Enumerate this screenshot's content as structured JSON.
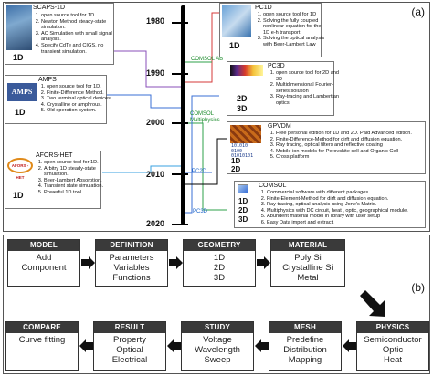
{
  "panel_a": {
    "label": "(a)",
    "years": [
      "1980",
      "1990",
      "2000",
      "2010",
      "2020"
    ],
    "branch_labels": {
      "comsol_ab": "COMSOL AB",
      "comsol_multiphysics": "COMSOL\nMultiphysics",
      "pc2d": "PC2D",
      "pc3d": "PC3D"
    },
    "cards": {
      "scaps": {
        "title": "SCAPS-1D",
        "dims": [
          "1D"
        ],
        "items": [
          "open source tool for 1D",
          "Newton Method steady-state simulation.",
          "AC Simulation with small signal analysis.",
          "Specify CdTe and CIGS, no transient simulation."
        ]
      },
      "amps": {
        "title": "AMPS",
        "logo": "AMPS",
        "dims": [
          "1D"
        ],
        "items": [
          "open source tool for 1D.",
          "Finite-Difference Method.",
          "Two terminal optical devices.",
          "Crystalline or amphrous.",
          "Old operation system."
        ]
      },
      "afors": {
        "title": "AFORS-HET",
        "logo": "AFORS - HET",
        "dims": [
          "1D"
        ],
        "items": [
          "open source tool for 1D.",
          "Arbitry 1D steady-state simulation.",
          "Beer-Lambert Absorption.",
          "Transient state simulation.",
          "Powerful 1D tool."
        ]
      },
      "pc1d": {
        "title": "PC1D",
        "dims": [
          "1D"
        ],
        "items": [
          "open source tool for 1D",
          "Solving the fully coupled nonlinear equation for the 1D e-h transport",
          "Solving the optical analysis with Beer-Lambert Law"
        ]
      },
      "pc3d": {
        "title": "PC3D",
        "dims": [
          "2D",
          "3D"
        ],
        "items": [
          "open source tool for 2D and 3D",
          "Multidimensional Fourier-series solution",
          "Ray-tracing and Lambertian optics."
        ]
      },
      "gpvdm": {
        "title": "GPVDM",
        "logo_bits": "101010\n0100\n01010101",
        "dims": [
          "1D",
          "2D"
        ],
        "items": [
          "Free personal edition for 1D and 2D. Paid Advanced edition.",
          "Finite-Difference-Method for dirft and diffusion equation.",
          "Ray tracing, optical filters and reflective coating",
          "Mobile ion models for Perovskite cell and Organic Cell",
          "Cross platform"
        ]
      },
      "comsol": {
        "title": "COMSOL",
        "dims": [
          "1D",
          "2D",
          "3D"
        ],
        "items": [
          "Commercial software with different packages.",
          "Finite-Element-Method for dirft and diffusion equation.",
          "Ray tracing, optical analysis using Jone's Matrix.",
          "Multiphysics with DC circuit, heat , optic, geographical module.",
          "Abundent material model in library with user setup",
          "Easy Data import and extract."
        ]
      }
    }
  },
  "panel_b": {
    "label": "(b)",
    "steps": [
      {
        "key": "model",
        "title": "MODEL",
        "lines": [
          "Add",
          "Component"
        ]
      },
      {
        "key": "definition",
        "title": "DEFINITION",
        "lines": [
          "Parameters",
          "Variables",
          "Functions"
        ]
      },
      {
        "key": "geometry",
        "title": "GEOMETRY",
        "lines": [
          "1D",
          "2D",
          "3D"
        ]
      },
      {
        "key": "material",
        "title": "MATERIAL",
        "lines": [
          "Poly Si",
          "Crystalline Si",
          "Metal"
        ]
      },
      {
        "key": "physics",
        "title": "PHYSICS",
        "lines": [
          "Semiconductor",
          "Optic",
          "Heat"
        ]
      },
      {
        "key": "mesh",
        "title": "MESH",
        "lines": [
          "Predefine",
          "Distribution",
          "Mapping"
        ]
      },
      {
        "key": "study",
        "title": "STUDY",
        "lines": [
          "Voltage",
          "Wavelength",
          "Sweep"
        ]
      },
      {
        "key": "result",
        "title": "RESULT",
        "lines": [
          "Property",
          "Optical",
          "Electrical"
        ]
      },
      {
        "key": "compare",
        "title": "COMPARE",
        "lines": [
          "Curve fitting"
        ]
      }
    ]
  }
}
